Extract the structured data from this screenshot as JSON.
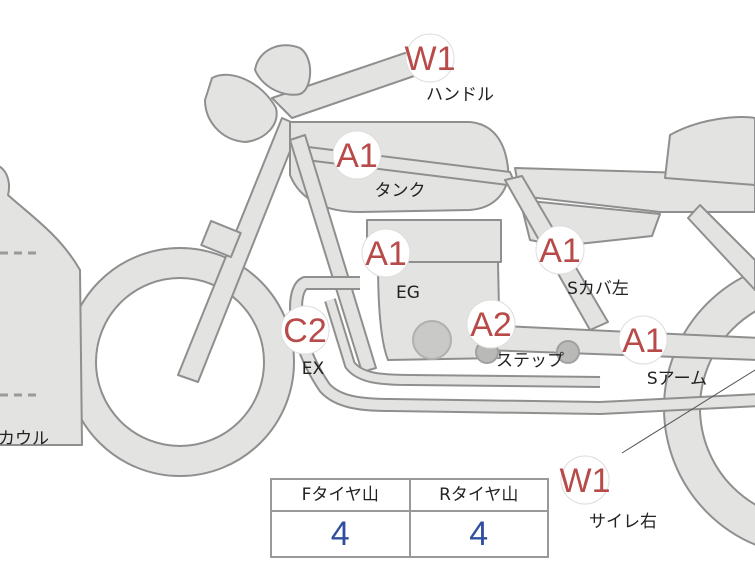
{
  "colors": {
    "body_fill": "#e3e3e1",
    "body_stroke": "#8f8f8f",
    "badge_text": "#b84a4a",
    "table_value": "#2f4f9e"
  },
  "parts": [
    {
      "id": "handle",
      "code": "W1",
      "label": "ハンドル"
    },
    {
      "id": "tank",
      "code": "A1",
      "label": "タンク"
    },
    {
      "id": "engine",
      "code": "A1",
      "label": "EG"
    },
    {
      "id": "side-cover-left",
      "code": "A1",
      "label": "Sカバ左"
    },
    {
      "id": "exhaust",
      "code": "C2",
      "label": "EX"
    },
    {
      "id": "step",
      "code": "A2",
      "label": "ステップ"
    },
    {
      "id": "swingarm",
      "code": "A1",
      "label": "Sアーム"
    },
    {
      "id": "silencer-right",
      "code": "W1",
      "label": "サイレ右"
    }
  ],
  "cowl_label": "カウル",
  "tire_table": {
    "front": {
      "header": "Fタイヤ山",
      "value": "4"
    },
    "rear": {
      "header": "Rタイヤ山",
      "value": "4"
    }
  }
}
